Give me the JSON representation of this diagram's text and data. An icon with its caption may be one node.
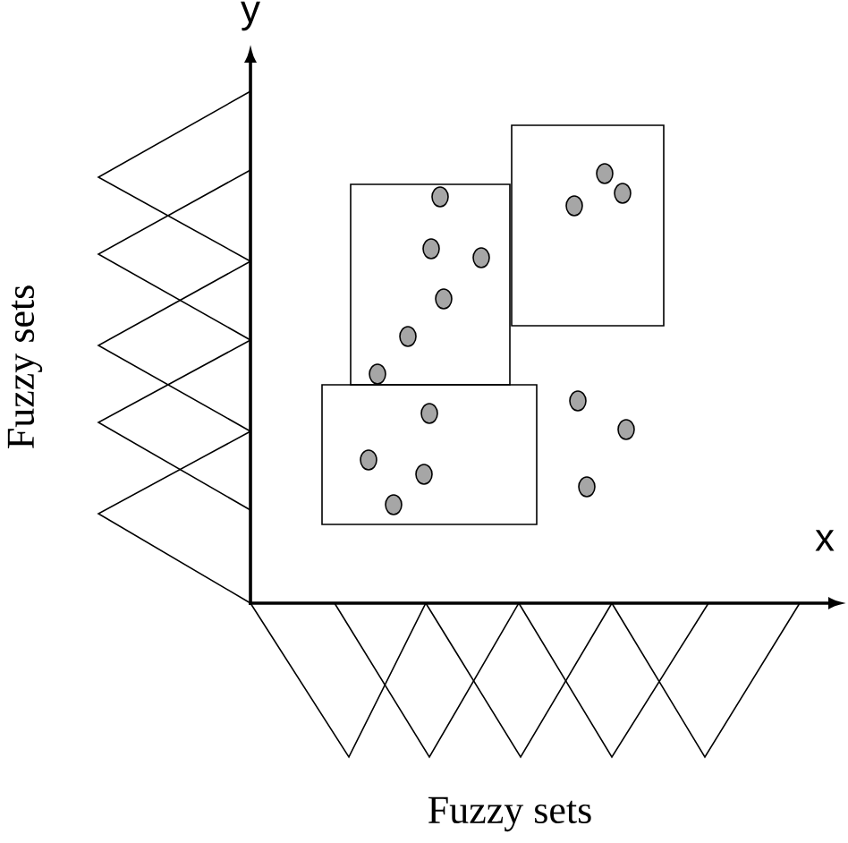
{
  "diagram": {
    "labels": [
      "y",
      "x",
      "Fuzzy sets",
      "Fuzzy sets"
    ]
  }
}
